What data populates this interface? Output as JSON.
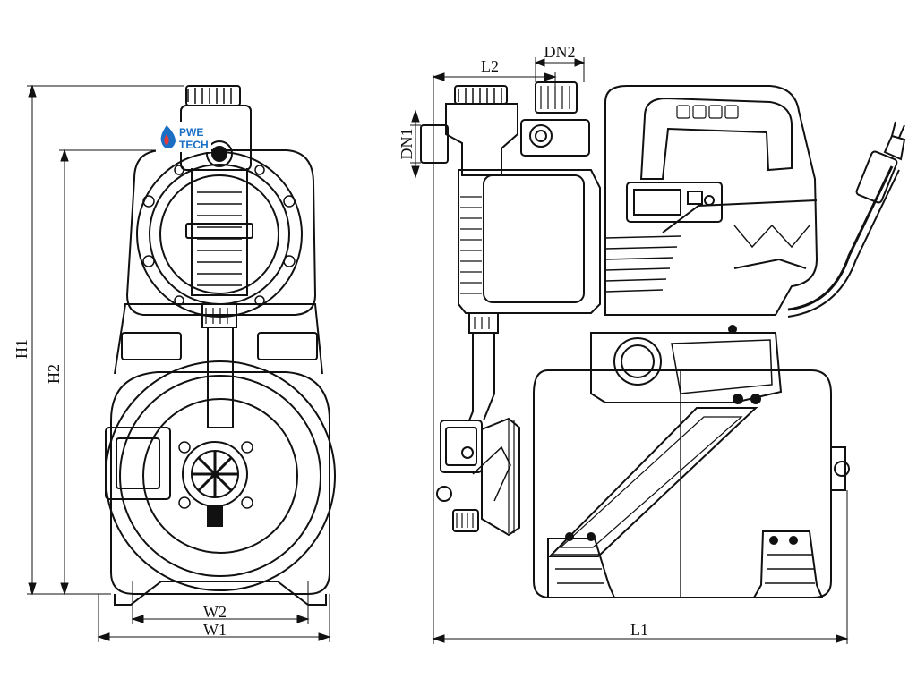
{
  "logo": {
    "line1": "PWE",
    "line2": "TECH",
    "primary_color": "#1a6fc4",
    "accent_color": "#e23a3a"
  },
  "dimensions": {
    "h1": "H1",
    "h2": "H2",
    "w1": "W1",
    "w2": "W2",
    "l1": "L1",
    "l2": "L2",
    "dn1": "DN1",
    "dn2": "DN2"
  }
}
